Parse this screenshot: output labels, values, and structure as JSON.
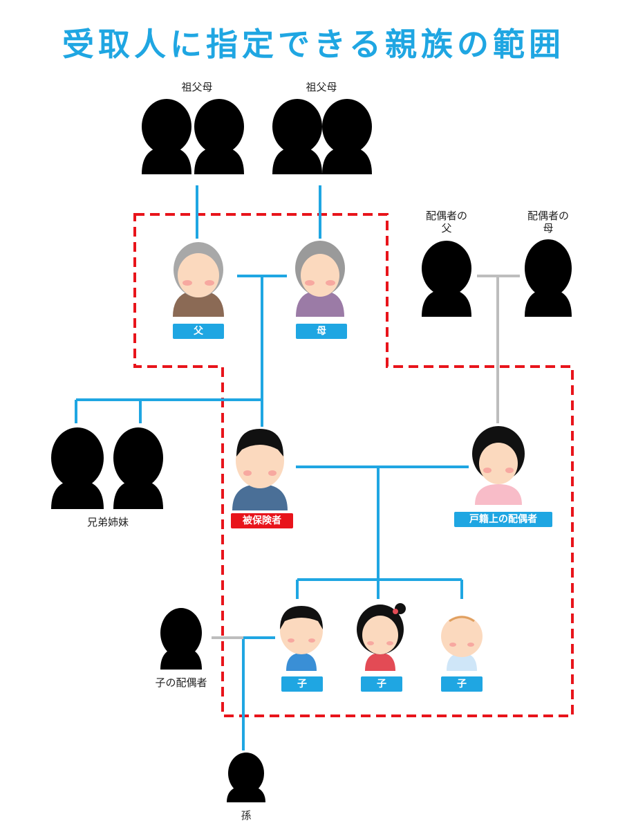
{
  "title": "受取人に指定できる親族の範囲",
  "colors": {
    "accent": "#1fa6e2",
    "highlight": "#e8141b",
    "secondary_line": "#bdbdbd",
    "silhouette": "#000000"
  },
  "labels": {
    "grandparents_left": "祖父母",
    "grandparents_right": "祖父母",
    "spouse_father_line1": "配偶者の",
    "spouse_father_line2": "父",
    "spouse_mother_line1": "配偶者の",
    "spouse_mother_line2": "母",
    "siblings": "兄弟姉妹",
    "child_spouse": "子の配偶者",
    "grandchild": "孫"
  },
  "tags": {
    "father": "父",
    "mother": "母",
    "insured": "被保険者",
    "registered_spouse": "戸籍上の配偶者",
    "child_1": "子",
    "child_2": "子",
    "child_3": "子"
  }
}
